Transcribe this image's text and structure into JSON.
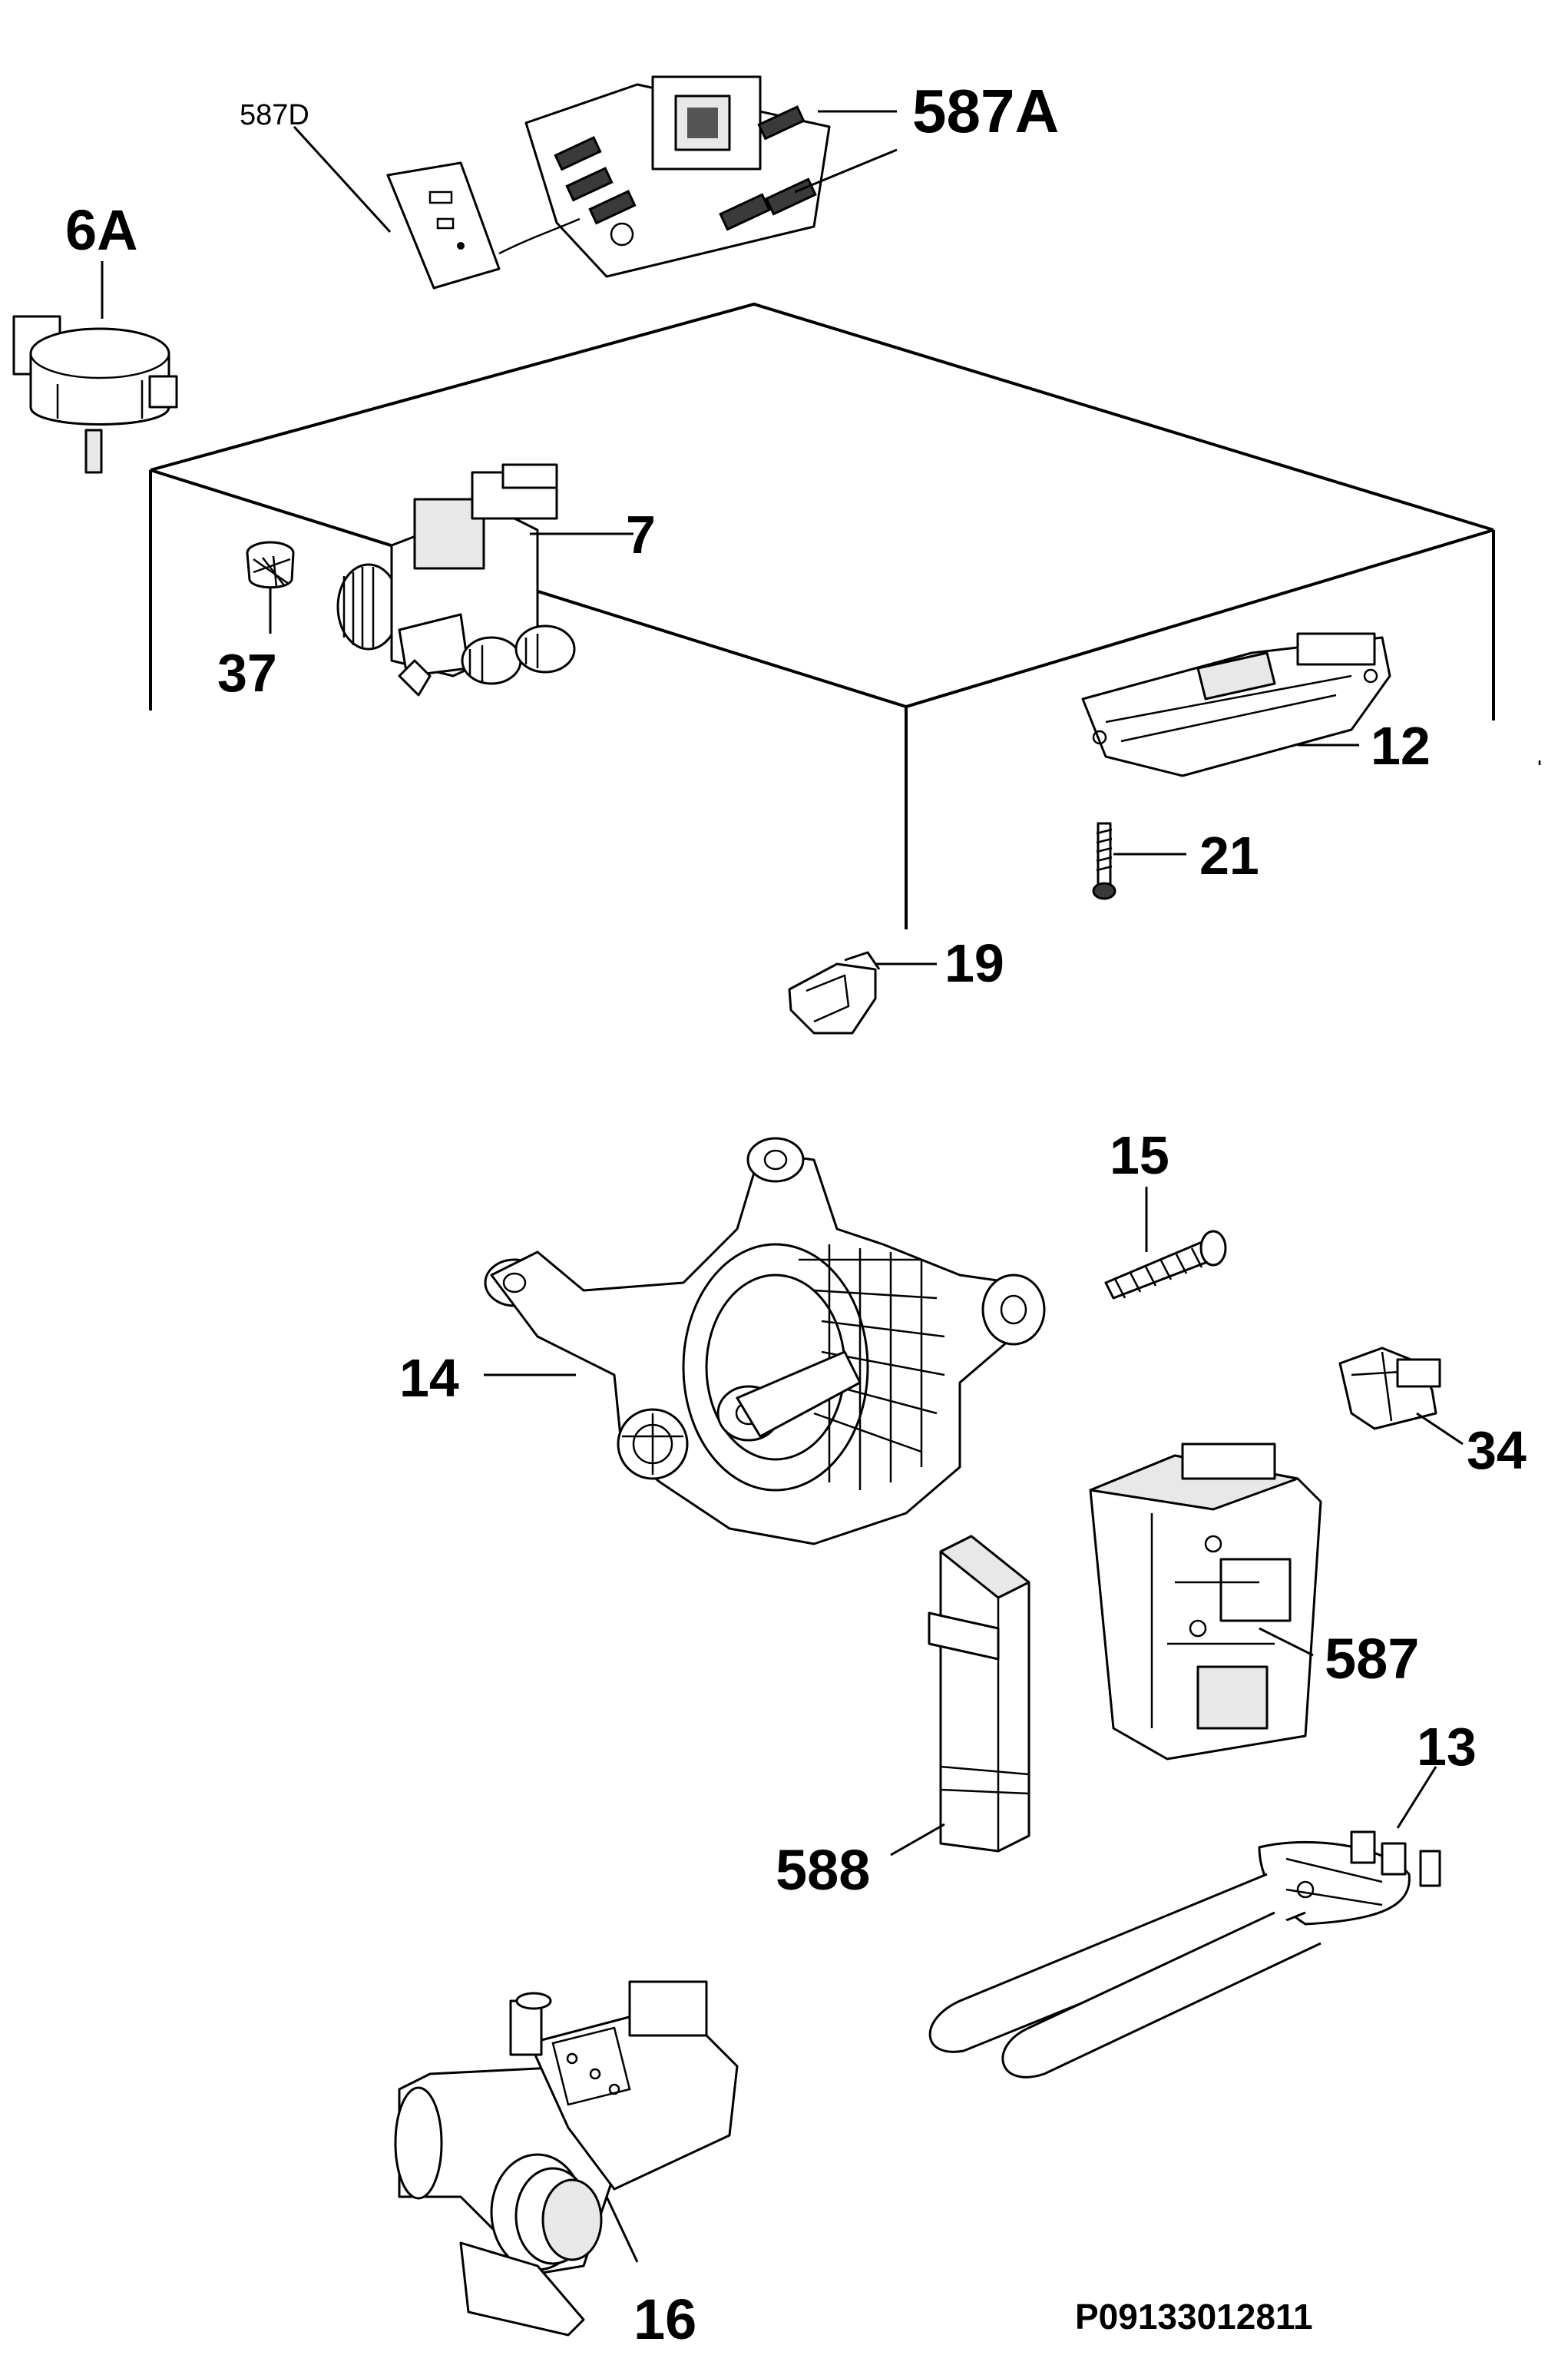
{
  "diagram": {
    "reference_code": "P09133012811",
    "callouts": {
      "c587D": "587D",
      "c587A": "587A",
      "c6A": "6A",
      "c7": "7",
      "c37": "37",
      "c12": "12",
      "c21": "21",
      "c19": "19",
      "c15": "15",
      "c14": "14",
      "c34": "34",
      "c587": "587",
      "c588": "588",
      "c13": "13",
      "c16": "16"
    }
  }
}
